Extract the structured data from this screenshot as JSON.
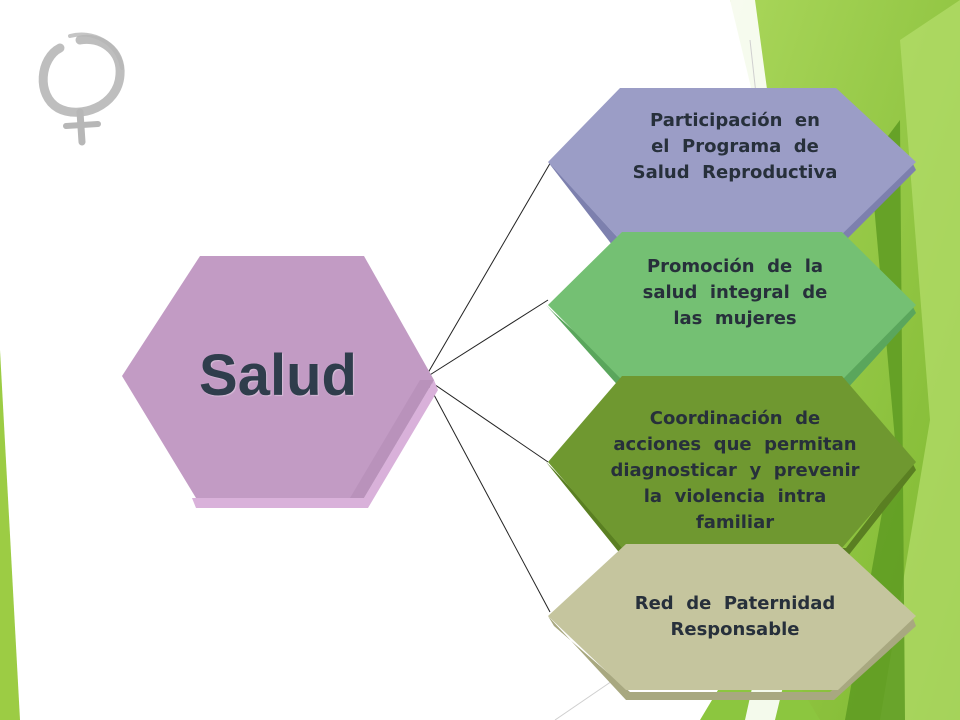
{
  "center": {
    "label": "Salud",
    "color": "#c29bc4"
  },
  "branches": [
    {
      "label": "Participación en el Programa de Salud Reproductiva",
      "lines": [
        "Participación  en",
        "el  Programa  de",
        "Salud  Reproductiva"
      ],
      "color": "#9b9dc6"
    },
    {
      "label": "Promoción de la salud integral de las mujeres",
      "lines": [
        "Promoción  de  la",
        "salud  integral  de",
        "las  mujeres"
      ],
      "color": "#74c073"
    },
    {
      "label": "Coordinación de acciones que permitan diagnosticar y prevenir la violencia intra familiar",
      "lines": [
        "Coordinación  de",
        "acciones  que  permitan",
        "diagnosticar  y  prevenir",
        "la  violencia  intra",
        "familiar"
      ],
      "color": "#6f9830"
    },
    {
      "label": "Red de Paternidad Responsable",
      "lines": [
        "Red  de  Paternidad",
        "Responsable"
      ],
      "color": "#c5c59e"
    }
  ],
  "theme": {
    "accent_green": "#8cc63f",
    "dark_green": "#5e9b22",
    "logo_gray": "#b7b7b7"
  }
}
